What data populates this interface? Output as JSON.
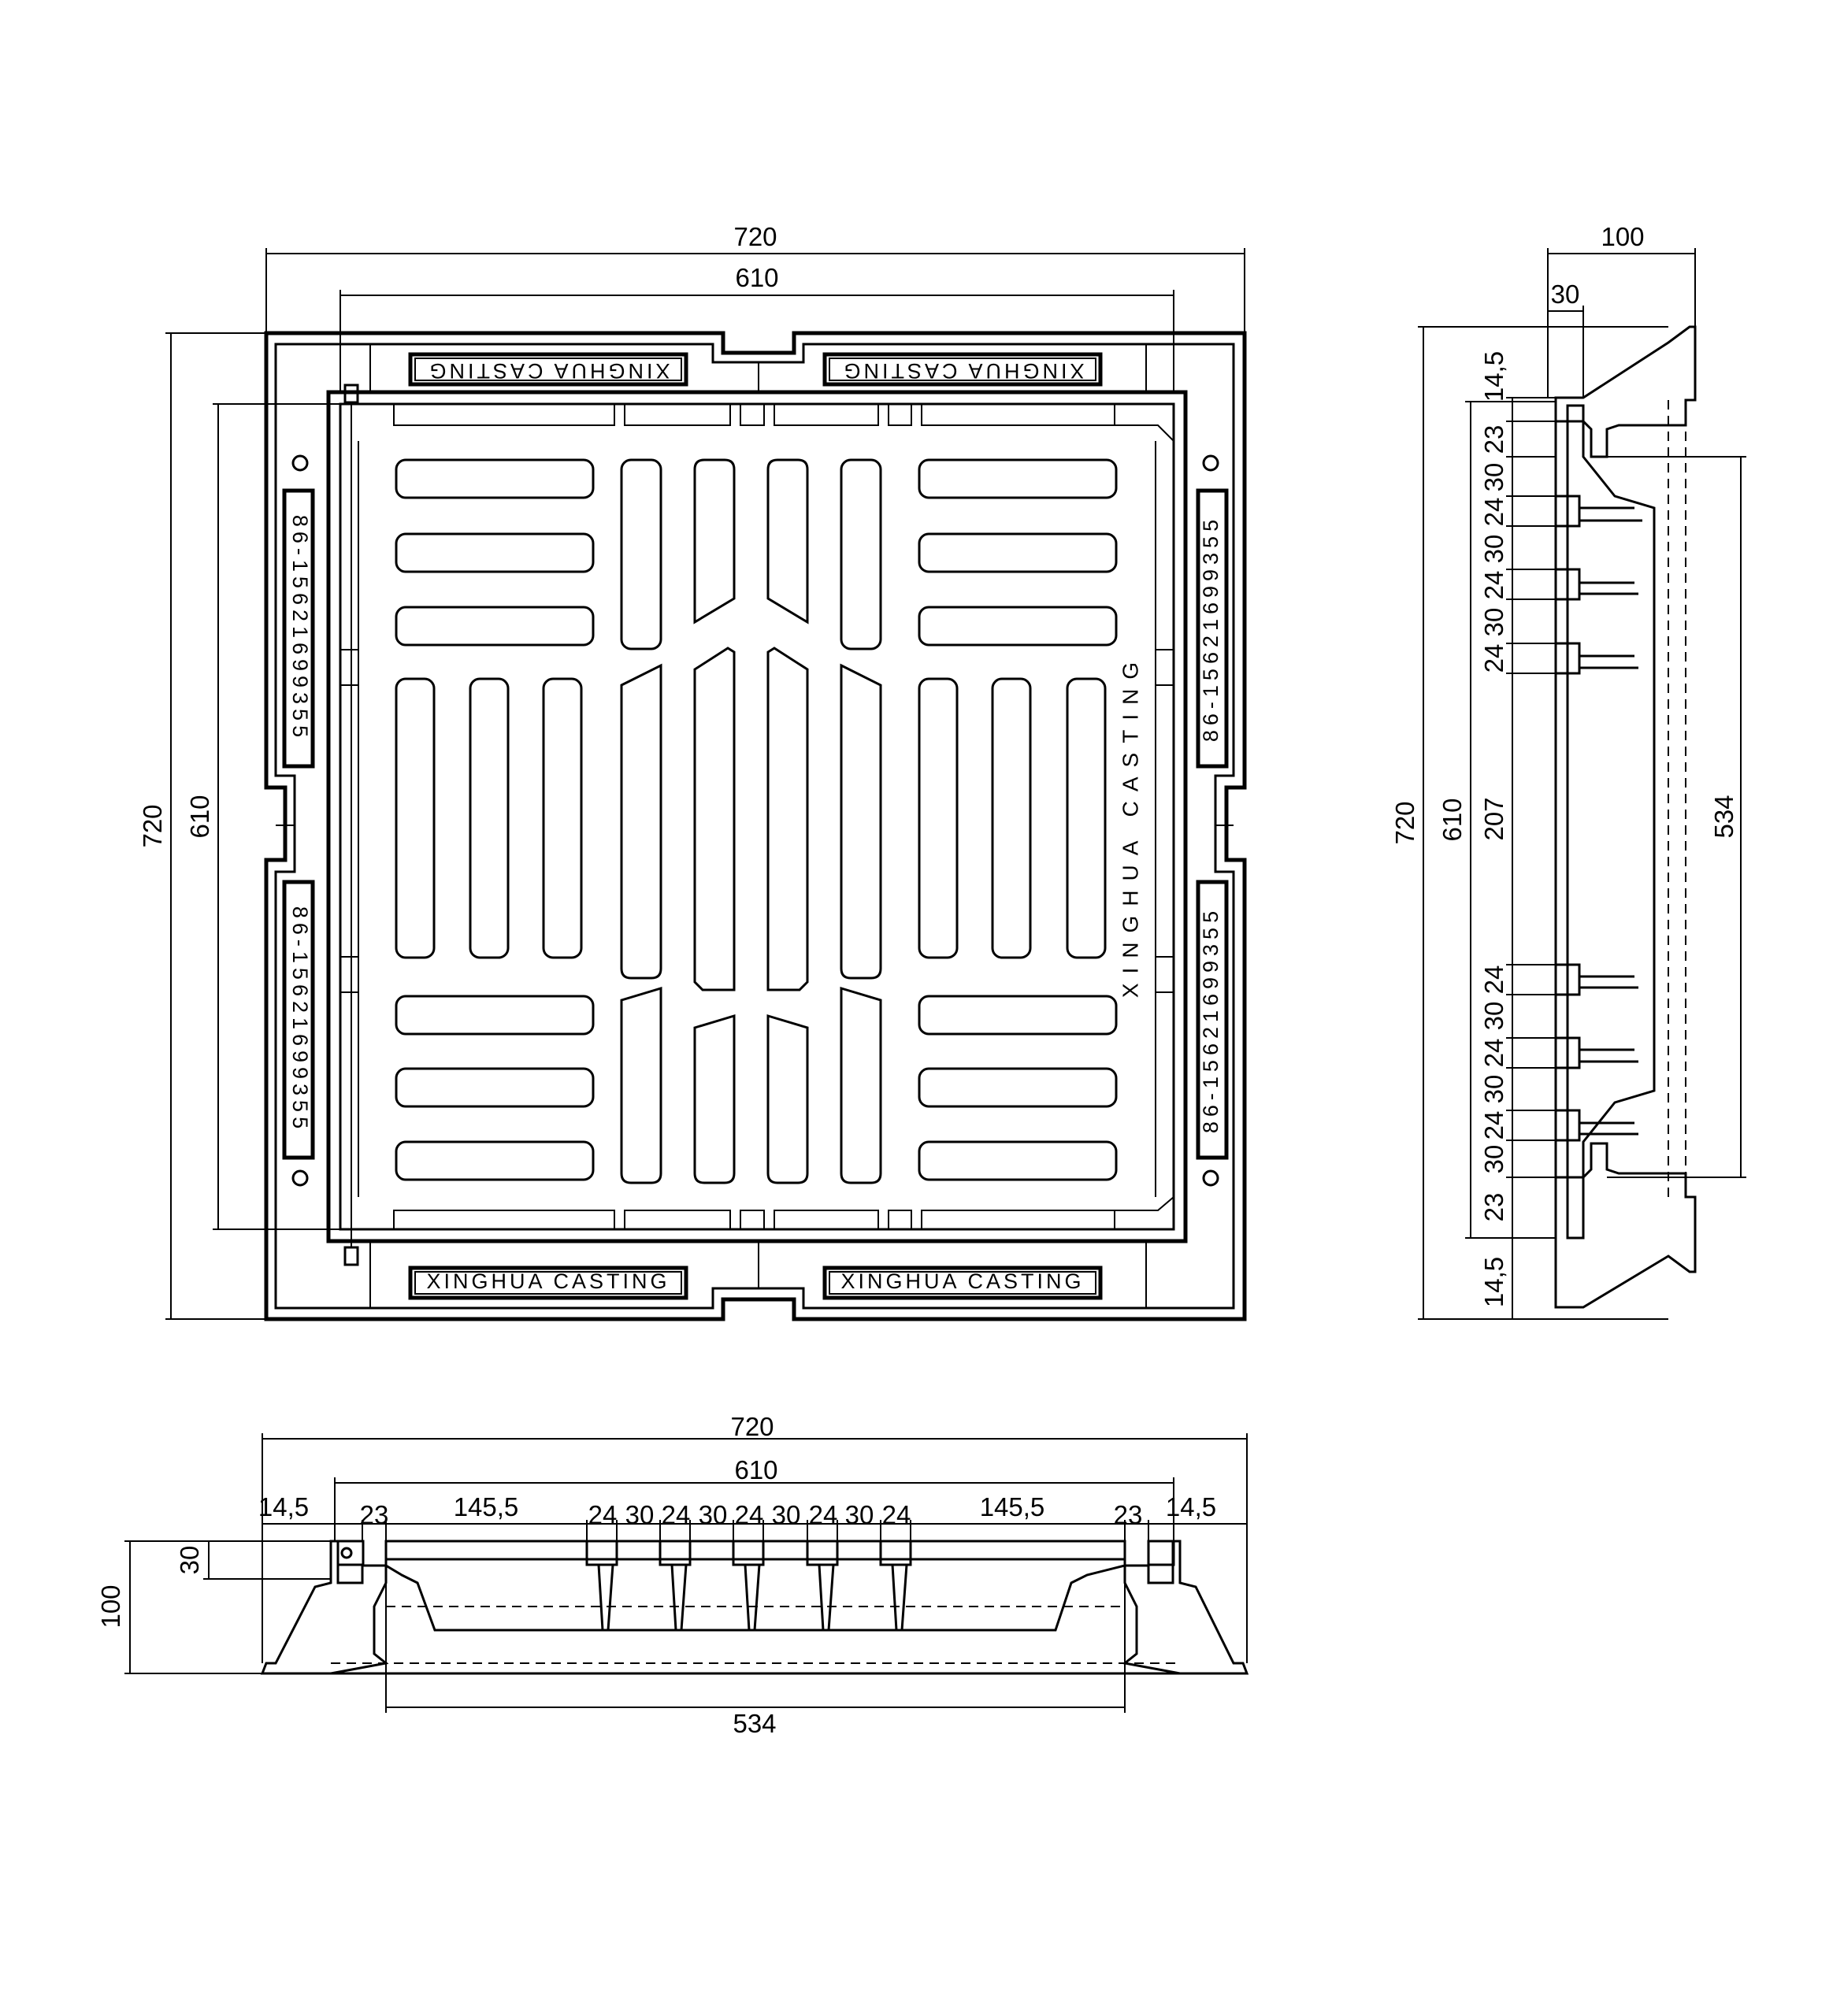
{
  "brand": "XINGHUA CASTING",
  "phone": "86-15621699355",
  "colors": {
    "line": "#000000",
    "hatch": "#000000",
    "background": "#ffffff"
  },
  "plan": {
    "dims": {
      "outer_w": "720",
      "inner_w": "610",
      "outer_h": "720",
      "inner_h": "610"
    }
  },
  "side": {
    "dims": {
      "depth": "100",
      "rim": "30",
      "h_outer": "720",
      "h_inner": "610",
      "opening": "534",
      "center": "207",
      "top_edge": "14,5",
      "bottom_edge": "14,5",
      "ribs_top": [
        "23",
        "30",
        "24",
        "30",
        "24",
        "30",
        "24"
      ],
      "ribs_bottom": [
        "24",
        "30",
        "24",
        "30",
        "24",
        "30",
        "23"
      ]
    }
  },
  "front": {
    "dims": {
      "outer_w": "720",
      "inner_w": "610",
      "opening": "534",
      "height": "100",
      "rim": "30",
      "segments": [
        "14,5",
        "23",
        "145,5",
        "24",
        "30",
        "24",
        "30",
        "24",
        "30",
        "24",
        "30",
        "24",
        "145,5",
        "23",
        "14,5"
      ]
    }
  }
}
